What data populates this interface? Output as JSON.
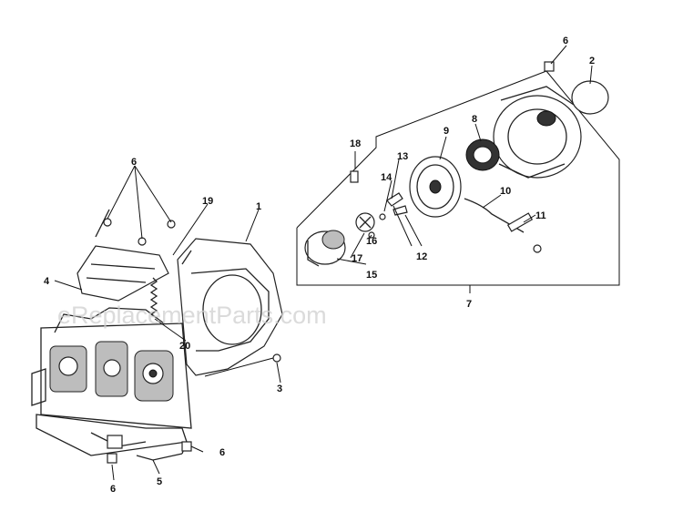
{
  "watermark": "eReplacementParts.com",
  "callouts": {
    "c1": "1",
    "c2": "2",
    "c3": "3",
    "c4": "4",
    "c5": "5",
    "c6_top": "6",
    "c6_left": "6",
    "c6_right": "6",
    "c6_topright": "6",
    "c7": "7",
    "c8": "8",
    "c9": "9",
    "c10": "10",
    "c11": "11",
    "c12": "12",
    "c13": "13",
    "c14": "14",
    "c15": "15",
    "c16": "16",
    "c17": "17",
    "c18": "18",
    "c19": "19",
    "c20": "20"
  }
}
